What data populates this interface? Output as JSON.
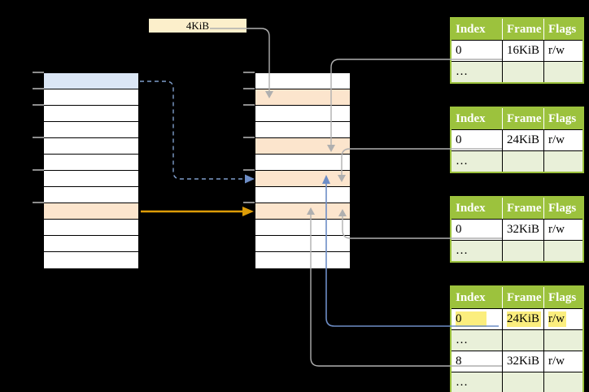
{
  "page_size_label": {
    "text": "4KiB"
  },
  "colors": {
    "white": "#FFFFFF",
    "row_blue": "#DBE6F5",
    "row_orange": "#FCE5CD",
    "header_green": "#9CC23D",
    "row_light_green": "#E9F0D9",
    "highlight_yellow": "#FBEE7E",
    "box_cream": "#FCEFCB",
    "arrow_gray": "#AFAFAF",
    "arrow_blue": "#6D8DC6",
    "dash_blue": "#7E9CC9",
    "arrow_orange": "#DD9C07",
    "tick_gray": "#8C8C8C"
  },
  "virtual_memory": {
    "row_fills": [
      "row_blue",
      "white",
      "white",
      "white",
      "white",
      "white",
      "white",
      "white",
      "row_orange",
      "white",
      "white",
      "white"
    ]
  },
  "physical_memory": {
    "row_fills": [
      "white",
      "row_orange",
      "white",
      "white",
      "row_orange",
      "white",
      "row_orange",
      "white",
      "row_orange",
      "white",
      "white",
      "white"
    ]
  },
  "frame_tables": [
    {
      "headers": [
        "Index",
        "Frame",
        "Flags"
      ],
      "rows": [
        {
          "type": "data",
          "cells": [
            "0",
            "16KiB",
            "r/w"
          ]
        },
        {
          "type": "ellipsis",
          "cells": [
            "…",
            "",
            ""
          ]
        }
      ]
    },
    {
      "headers": [
        "Index",
        "Frame",
        "Flags"
      ],
      "rows": [
        {
          "type": "data",
          "cells": [
            "0",
            "24KiB",
            "r/w"
          ]
        },
        {
          "type": "ellipsis",
          "cells": [
            "…",
            "",
            ""
          ]
        }
      ]
    },
    {
      "headers": [
        "Index",
        "Frame",
        "Flags"
      ],
      "rows": [
        {
          "type": "data",
          "cells": [
            "0",
            "32KiB",
            "r/w"
          ]
        },
        {
          "type": "ellipsis",
          "cells": [
            "…",
            "",
            ""
          ]
        }
      ]
    },
    {
      "headers": [
        "Index",
        "Frame",
        "Flags"
      ],
      "rows": [
        {
          "type": "data",
          "highlight": true,
          "cells": [
            "0",
            "24KiB",
            "r/w"
          ]
        },
        {
          "type": "ellipsis",
          "cells": [
            "…",
            "",
            ""
          ]
        },
        {
          "type": "data",
          "cells": [
            "8",
            "32KiB",
            "r/w"
          ]
        },
        {
          "type": "ellipsis",
          "cells": [
            "…",
            "",
            ""
          ]
        }
      ]
    }
  ]
}
